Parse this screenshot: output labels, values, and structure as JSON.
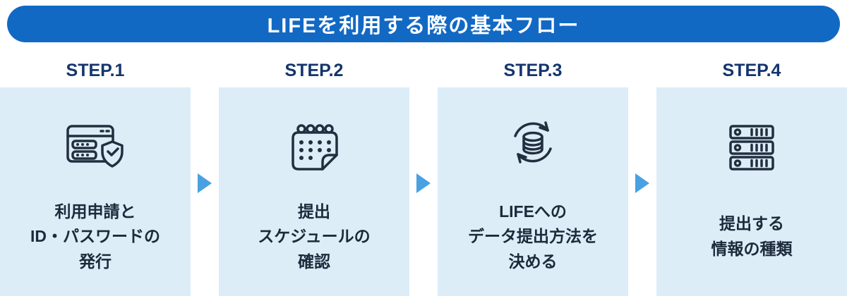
{
  "banner": {
    "title": "LIFEを利用する際の基本フロー"
  },
  "steps": [
    {
      "label": "STEP.1",
      "icon": "browser-password-shield-icon",
      "lines": [
        "利用申請と",
        "ID・パスワードの",
        "発行"
      ]
    },
    {
      "label": "STEP.2",
      "icon": "calendar-icon",
      "lines": [
        "提出",
        "スケジュールの",
        "確認"
      ]
    },
    {
      "label": "STEP.3",
      "icon": "database-sync-icon",
      "lines": [
        "LIFEへの",
        "データ提出方法を",
        "決める"
      ]
    },
    {
      "label": "STEP.4",
      "icon": "server-stack-icon",
      "lines": [
        "提出する",
        "情報の種類"
      ]
    }
  ],
  "colors": {
    "banner_blue": "#1269c4",
    "card_background": "#dcedf8",
    "step_label_navy": "#14356d",
    "arrow_blue": "#49a1e2",
    "icon_stroke": "#222f3f",
    "text_navy": "#1c2a3a"
  }
}
